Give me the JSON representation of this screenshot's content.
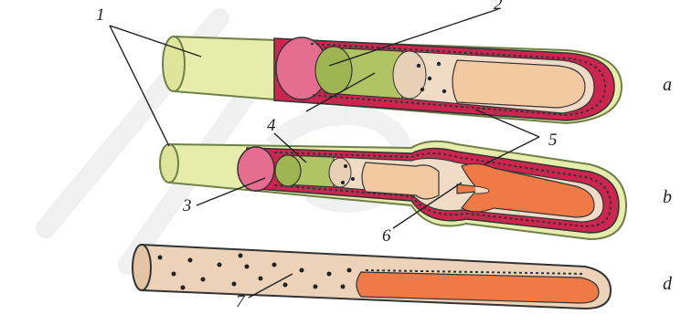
{
  "diagram": {
    "watermark": {
      "text": "lle"
    },
    "labels": {
      "l1": "1",
      "l2": "2",
      "l3": "3",
      "l4": "4",
      "l5": "5",
      "l6": "6",
      "l7": "7"
    },
    "rows": {
      "a": "a",
      "b": "b",
      "d": "d"
    },
    "colors": {
      "tunica_outer": "#e8eeb0",
      "tunica_outer_stroke": "#7a8a55",
      "red_layer": "#cc2650",
      "pink_layer": "#e05f85",
      "green_layer": "#b0c463",
      "dotted_tissue": "#f0dcc6",
      "inner_core": "#f3c9a2",
      "orange_core": "#f07a45",
      "outline": "#333333",
      "watermark": "#d9d9d9"
    }
  }
}
